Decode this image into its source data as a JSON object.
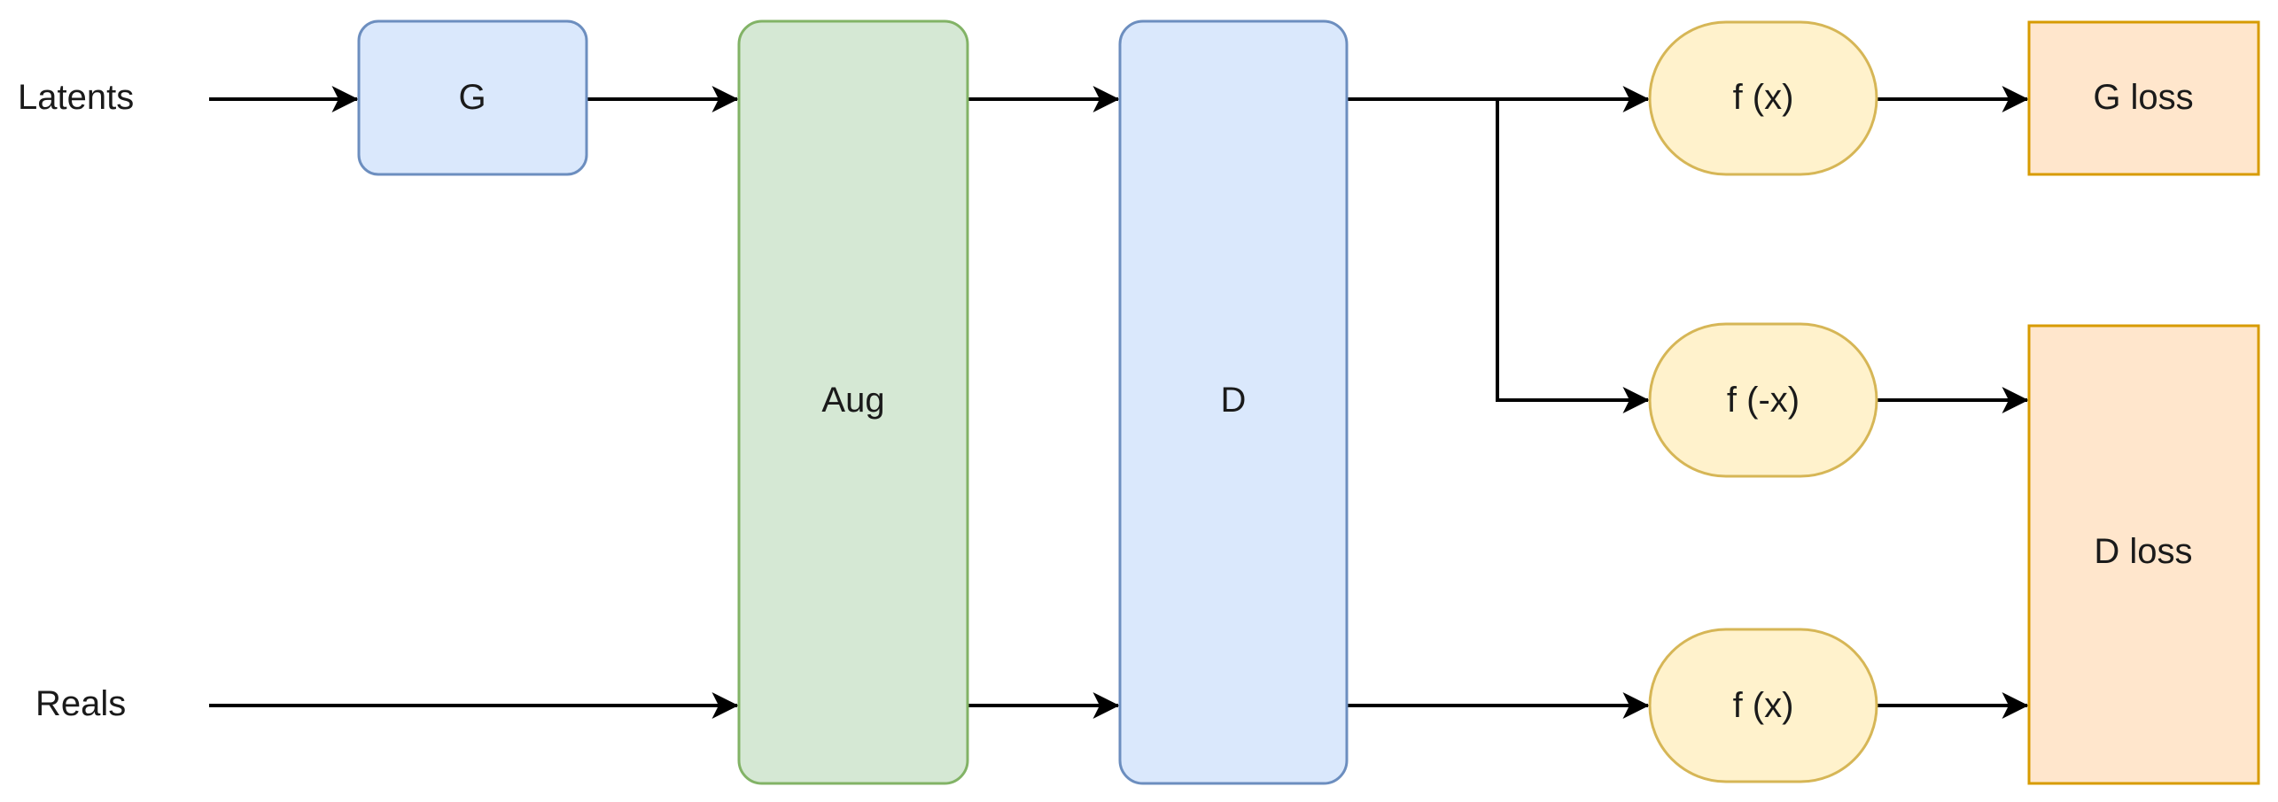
{
  "inputs": {
    "latents": "Latents",
    "reals": "Reals"
  },
  "nodes": {
    "generator": "G",
    "augment": "Aug",
    "discriminator": "D",
    "f_top": "f (x)",
    "f_neg": "f (-x)",
    "f_bottom": "f (x)",
    "g_loss": "G loss",
    "d_loss": "D loss"
  },
  "colors": {
    "blue_fill": "#dae8fc",
    "blue_stroke": "#6c8ebf",
    "green_fill": "#d5e8d4",
    "green_stroke": "#82b366",
    "yellow_fill": "#fff2cc",
    "yellow_stroke": "#d6b656",
    "orange_fill": "#ffe6cc",
    "orange_stroke": "#d79b00",
    "line": "#000000"
  }
}
